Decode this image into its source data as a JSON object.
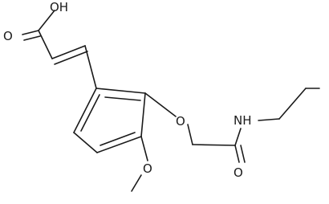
{
  "molecule": {
    "atom_labels": {
      "acid_oh": "OH",
      "acid_carbonyl_o": "O",
      "ether_o": "O",
      "methoxy_o": "O",
      "amide_nh": "NH",
      "amide_carbonyl_o": "O"
    }
  }
}
